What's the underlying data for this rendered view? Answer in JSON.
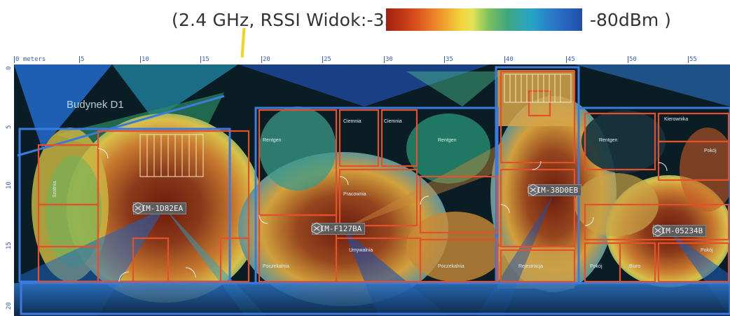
{
  "legend": {
    "title": "(2.4  GHz, RSSI  Widok:-35",
    "end_label": "-80dBm )",
    "gradient_colors": [
      "#a02010",
      "#d54a1c",
      "#ee8a2a",
      "#f3d33c",
      "#7ec25e",
      "#3ea680",
      "#27a4c7",
      "#2c74c8",
      "#1f4fa8"
    ]
  },
  "ruler_x": [
    "0 meters",
    "5",
    "10",
    "15",
    "20",
    "25",
    "30",
    "35",
    "40",
    "45",
    "50",
    "55"
  ],
  "ruler_y": [
    "0",
    "5",
    "10",
    "15",
    "20"
  ],
  "building_label": "Budynek D1",
  "rooms": {
    "rentgen_1": "Rentgen",
    "rentgen_2": "Rentgen",
    "rentgen_3": "Rentgen",
    "ciemnia_1": "Ciemnia",
    "ciemnia_2": "Ciemnia",
    "pracownia": "Pracownia",
    "poczekalnia_1": "Poczekalnia",
    "poczekalnia_2": "Poczekalnia",
    "rejestracja": "Rejestracja",
    "biuro": "Biuro",
    "pokoj_1": "Pokój",
    "pokoj_2": "Pokój",
    "pokoj_3": "Pokój",
    "kierownik": "Kierownika",
    "umywalnia": "Umywalnia",
    "szatnia": "Szatnia"
  },
  "access_points": [
    {
      "id": "ap1",
      "label": "SIM-1D82EA",
      "icon": "access-point-icon"
    },
    {
      "id": "ap2",
      "label": "SIM-F127BA",
      "icon": "access-point-icon"
    },
    {
      "id": "ap3",
      "label": "SIM-38D0EB",
      "icon": "access-point-icon"
    },
    {
      "id": "ap4",
      "label": "SIM-05234B",
      "icon": "access-point-icon"
    }
  ],
  "colors": {
    "wall_outer": "#3b7be0",
    "wall_inner": "#e4502b",
    "signal_strong": "#8a2a14",
    "signal_mid": "#e7a84a",
    "signal_weak": "#2a8fd0",
    "no_signal": "#0a1a20"
  }
}
